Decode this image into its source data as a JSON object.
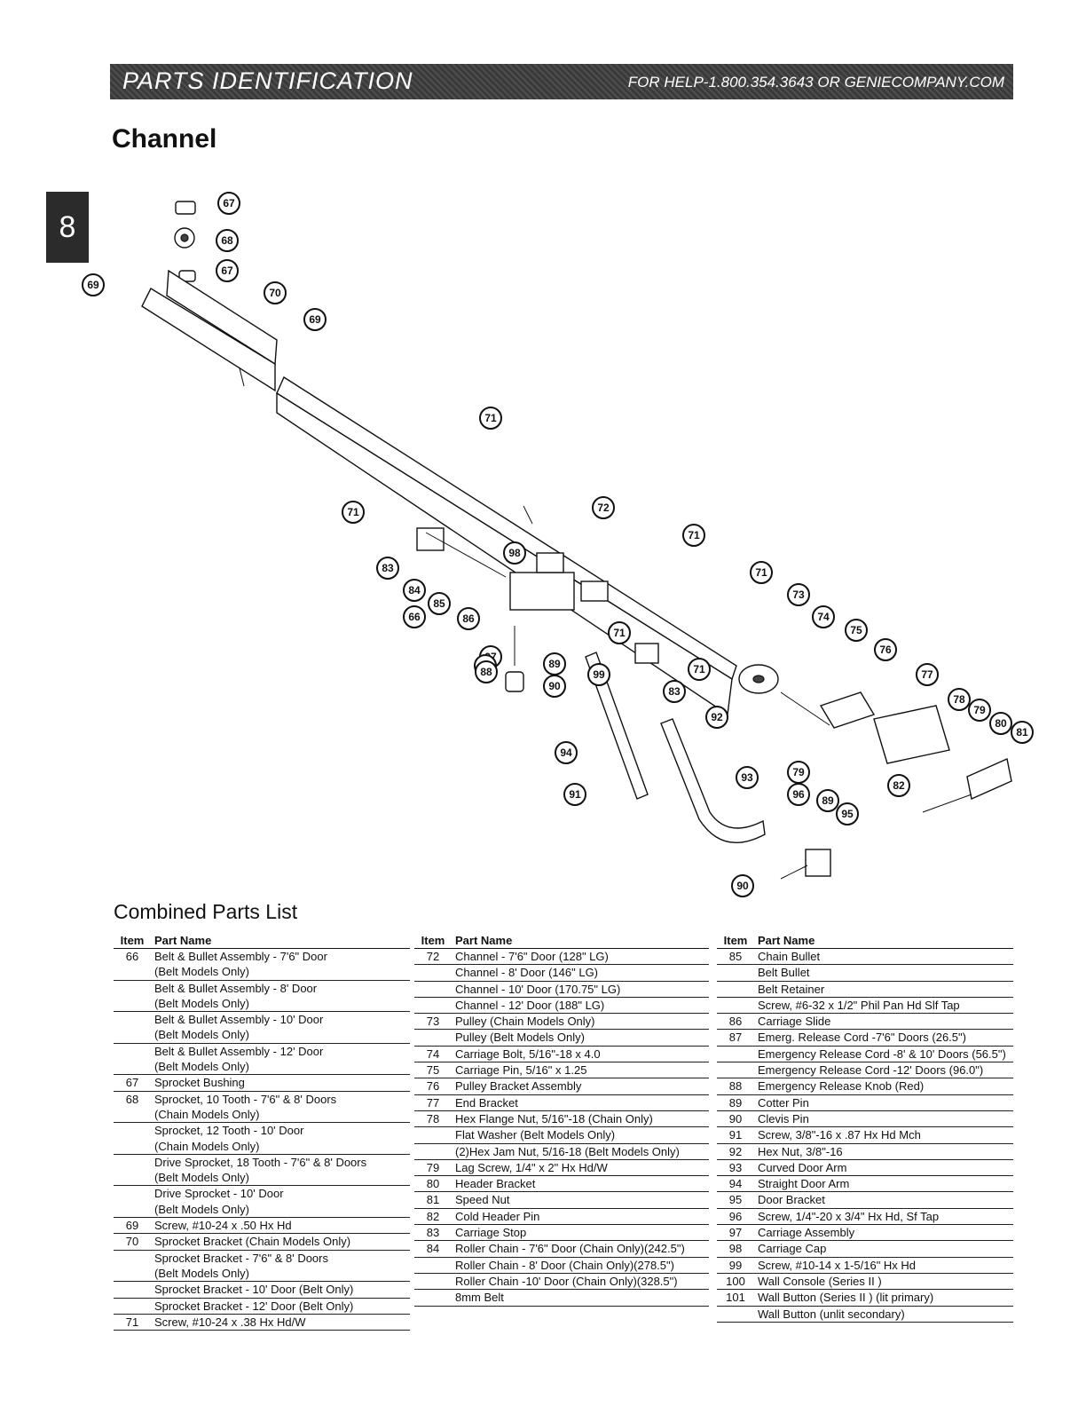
{
  "banner": {
    "left": "PARTS IDENTIFICATION",
    "right": "FOR HELP-1.800.354.3643 OR GENIECOMPANY.COM"
  },
  "page_title": "Channel",
  "section_tab": "8",
  "diagram": {
    "callouts": [
      "67",
      "68",
      "67",
      "69",
      "70",
      "69",
      "71",
      "71",
      "72",
      "71",
      "71",
      "98",
      "83",
      "84",
      "66",
      "85",
      "86",
      "97",
      "87",
      "88",
      "89",
      "90",
      "99",
      "71",
      "83",
      "71",
      "73",
      "74",
      "75",
      "76",
      "77",
      "78",
      "79",
      "80",
      "81",
      "82",
      "92",
      "94",
      "91",
      "93",
      "79",
      "96",
      "89",
      "95",
      "90"
    ]
  },
  "parts_list": {
    "title": "Combined Parts List",
    "header": {
      "item": "Item",
      "name": "Part Name"
    },
    "columns": [
      [
        {
          "item": "66",
          "name": "Belt & Bullet Assembly - 7'6\" Door\n(Belt Models Only)"
        },
        {
          "item": "",
          "name": "Belt & Bullet Assembly - 8' Door\n(Belt Models Only)"
        },
        {
          "item": "",
          "name": "Belt & Bullet Assembly - 10' Door\n(Belt Models Only)"
        },
        {
          "item": "",
          "name": "Belt & Bullet Assembly - 12' Door\n(Belt Models Only)"
        },
        {
          "item": "67",
          "name": "Sprocket Bushing"
        },
        {
          "item": "68",
          "name": "Sprocket, 10 Tooth - 7'6\" & 8' Doors\n(Chain Models Only)"
        },
        {
          "item": "",
          "name": "Sprocket, 12 Tooth - 10' Door\n(Chain Models Only)"
        },
        {
          "item": "",
          "name": "Drive Sprocket, 18 Tooth - 7'6\" & 8' Doors\n(Belt Models Only)"
        },
        {
          "item": "",
          "name": "Drive Sprocket - 10' Door\n(Belt Models Only)"
        },
        {
          "item": "69",
          "name": "Screw, #10-24 x .50 Hx Hd"
        },
        {
          "item": "70",
          "name": "Sprocket Bracket (Chain Models Only)"
        },
        {
          "item": "",
          "name": "Sprocket Bracket - 7'6\" & 8' Doors\n(Belt Models Only)"
        },
        {
          "item": "",
          "name": "Sprocket Bracket - 10' Door (Belt Only)"
        },
        {
          "item": "",
          "name": "Sprocket Bracket - 12' Door (Belt Only)"
        },
        {
          "item": "71",
          "name": "Screw, #10-24 x .38 Hx Hd/W"
        }
      ],
      [
        {
          "item": "72",
          "name": "Channel - 7'6\" Door (128\" LG)"
        },
        {
          "item": "",
          "name": "Channel - 8' Door (146\" LG)"
        },
        {
          "item": "",
          "name": "Channel - 10' Door (170.75\" LG)"
        },
        {
          "item": "",
          "name": "Channel - 12' Door (188\" LG)"
        },
        {
          "item": "73",
          "name": "Pulley (Chain Models Only)"
        },
        {
          "item": "",
          "name": "Pulley (Belt Models Only)"
        },
        {
          "item": "74",
          "name": "Carriage Bolt, 5/16\"-18 x 4.0"
        },
        {
          "item": "75",
          "name": "Carriage Pin, 5/16\" x 1.25"
        },
        {
          "item": "76",
          "name": "Pulley Bracket Assembly"
        },
        {
          "item": "77",
          "name": "End Bracket"
        },
        {
          "item": "78",
          "name": "Hex Flange Nut, 5/16\"-18 (Chain Only)"
        },
        {
          "item": "",
          "name": "Flat Washer (Belt Models Only)"
        },
        {
          "item": "",
          "name": "(2)Hex Jam Nut, 5/16-18 (Belt Models Only)"
        },
        {
          "item": "79",
          "name": "Lag Screw, 1/4\" x 2\" Hx Hd/W"
        },
        {
          "item": "80",
          "name": "Header Bracket"
        },
        {
          "item": "81",
          "name": "Speed Nut"
        },
        {
          "item": "82",
          "name": "Cold Header Pin"
        },
        {
          "item": "83",
          "name": "Carriage Stop"
        },
        {
          "item": "84",
          "name": "Roller Chain - 7'6\" Door (Chain Only)(242.5\")"
        },
        {
          "item": "",
          "name": "Roller Chain - 8' Door (Chain Only)(278.5\")"
        },
        {
          "item": "",
          "name": "Roller Chain -10' Door (Chain Only)(328.5\")"
        },
        {
          "item": "",
          "name": "8mm Belt"
        }
      ],
      [
        {
          "item": "85",
          "name": "Chain Bullet"
        },
        {
          "item": "",
          "name": "Belt Bullet"
        },
        {
          "item": "",
          "name": "Belt Retainer"
        },
        {
          "item": "",
          "name": "Screw, #6-32 x 1/2\" Phil Pan Hd Slf Tap"
        },
        {
          "item": "86",
          "name": "Carriage Slide"
        },
        {
          "item": "87",
          "name": "Emerg. Release Cord -7'6\" Doors (26.5\")"
        },
        {
          "item": "",
          "name": "Emergency Release Cord -8' & 10' Doors (56.5\")"
        },
        {
          "item": "",
          "name": "Emergency Release Cord -12' Doors (96.0\")"
        },
        {
          "item": "88",
          "name": "Emergency Release Knob (Red)"
        },
        {
          "item": "89",
          "name": "Cotter Pin"
        },
        {
          "item": "90",
          "name": "Clevis Pin"
        },
        {
          "item": "91",
          "name": "Screw, 3/8\"-16 x .87 Hx Hd Mch"
        },
        {
          "item": "92",
          "name": "Hex Nut, 3/8\"-16"
        },
        {
          "item": "93",
          "name": "Curved Door Arm"
        },
        {
          "item": "94",
          "name": "Straight Door Arm"
        },
        {
          "item": "95",
          "name": "Door Bracket"
        },
        {
          "item": "96",
          "name": "Screw, 1/4\"-20 x 3/4\" Hx Hd, Sf Tap"
        },
        {
          "item": "97",
          "name": "Carriage Assembly"
        },
        {
          "item": "98",
          "name": "Carriage Cap"
        },
        {
          "item": "99",
          "name": "Screw, #10-14 x 1-5/16\" Hx Hd"
        },
        {
          "item": "100",
          "name": "Wall Console (Series II )"
        },
        {
          "item": "101",
          "name": "Wall Button (Series II ) (lit primary)"
        },
        {
          "item": "",
          "name": "Wall Button (unlit secondary)"
        }
      ]
    ]
  }
}
